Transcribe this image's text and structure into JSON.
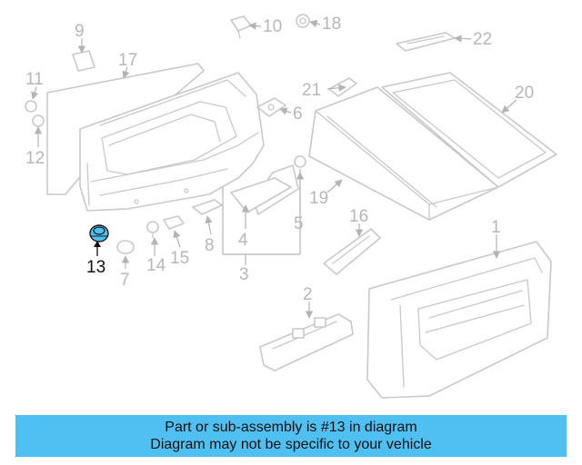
{
  "banner": {
    "line1": "Part or sub-assembly is #13 in diagram",
    "line2": "Diagram may not be specific to your vehicle",
    "background": "#50c0f3"
  },
  "highlight_color": "#50c0f3",
  "callouts": {
    "c1": "1",
    "c2": "2",
    "c3": "3",
    "c4": "4",
    "c5": "5",
    "c6": "6",
    "c7": "7",
    "c8": "8",
    "c9": "9",
    "c10": "10",
    "c11": "11",
    "c12": "12",
    "c13": "13",
    "c14": "14",
    "c15": "15",
    "c16": "16",
    "c17": "17",
    "c18": "18",
    "c19": "19",
    "c20": "20",
    "c21": "21",
    "c22": "22"
  },
  "highlighted_part": "13"
}
